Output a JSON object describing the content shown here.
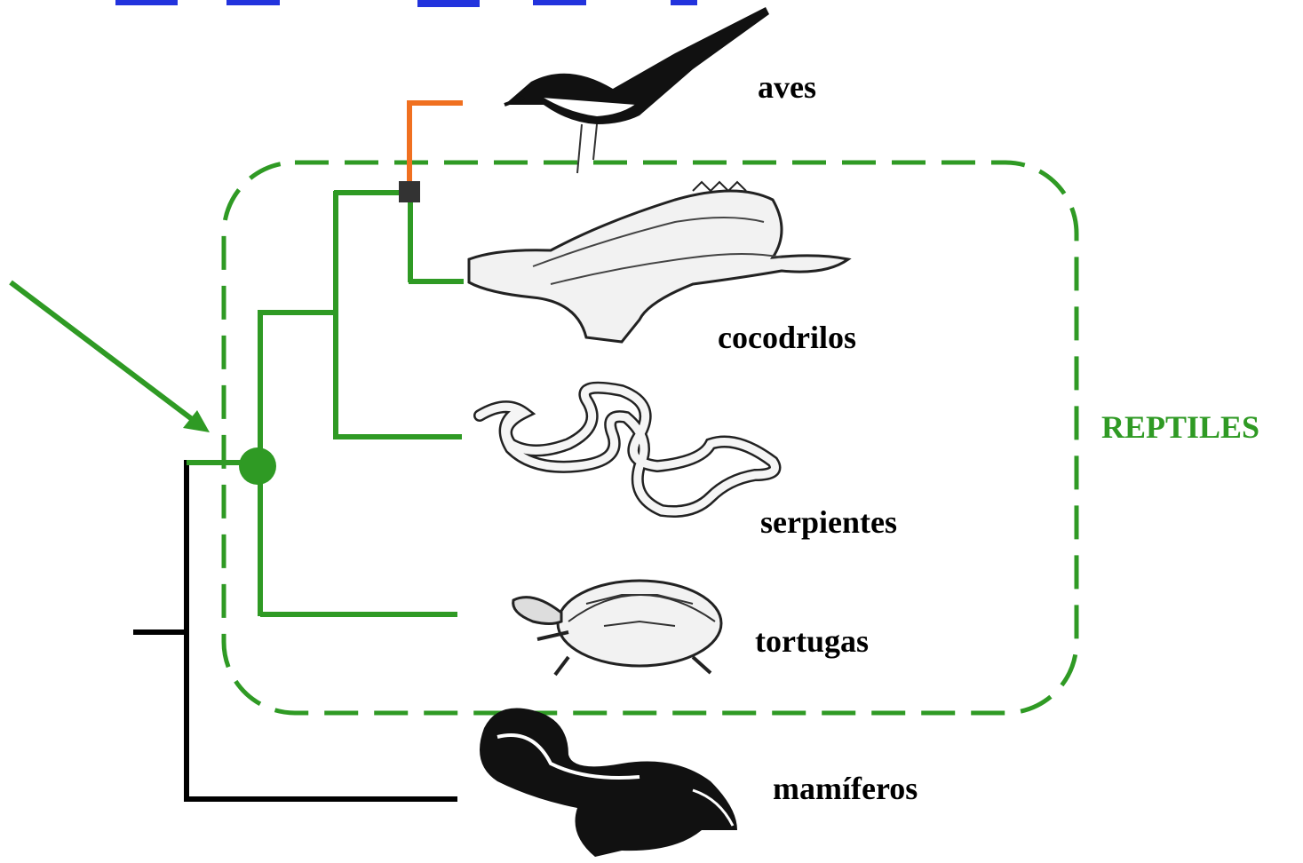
{
  "colors": {
    "ingroup": "#2f9a24",
    "bird_branch": "#f07020",
    "outgroup": "#000000",
    "blue_title_fragment": "#2233dd"
  },
  "group": {
    "name": "REPTILES"
  },
  "taxa": [
    {
      "name": "aves",
      "icon": "magpie-bird"
    },
    {
      "name": "cocodrilos",
      "icon": "crocodile"
    },
    {
      "name": "serpientes",
      "icon": "snake"
    },
    {
      "name": "tortugas",
      "icon": "turtle"
    },
    {
      "name": "mamíferos",
      "icon": "skunk"
    }
  ]
}
